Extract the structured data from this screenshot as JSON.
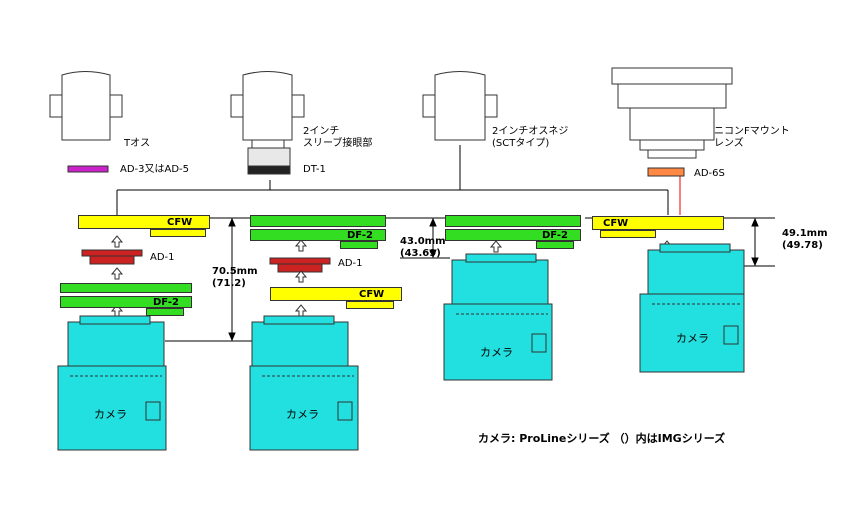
{
  "scopes": {
    "t_scope": "Tオス",
    "sleeve_scope": "2インチ\nスリーブ接眼部",
    "sct_scope": "2インチオスネジ\n(SCTタイプ)",
    "nikon_lens": "ニコンFマウント\nレンズ"
  },
  "adapters": {
    "ad3_ad5": "AD-3又はAD-5",
    "dt1": "DT-1",
    "ad6s": "AD-6S",
    "ad1_a": "AD-1",
    "ad1_b": "AD-1"
  },
  "filter_units": {
    "cfw": "CFW",
    "df2": "DF-2"
  },
  "dimensions": {
    "d1": "70.5mm\n(71.2)",
    "d2": "43.0mm\n(43.69)",
    "d3": "49.1mm\n(49.78)"
  },
  "camera_label": "カメラ",
  "footnote": "カメラ: ProLineシリーズ （）内はIMGシリーズ",
  "colors": {
    "cfw_yellow": "#ffff00",
    "df2_green": "#33dd22",
    "camera_cyan": "#22e0e0",
    "ad1_red": "#cc2222",
    "ad3_magenta": "#cc22cc",
    "ad6s_orange": "#ff8844"
  }
}
